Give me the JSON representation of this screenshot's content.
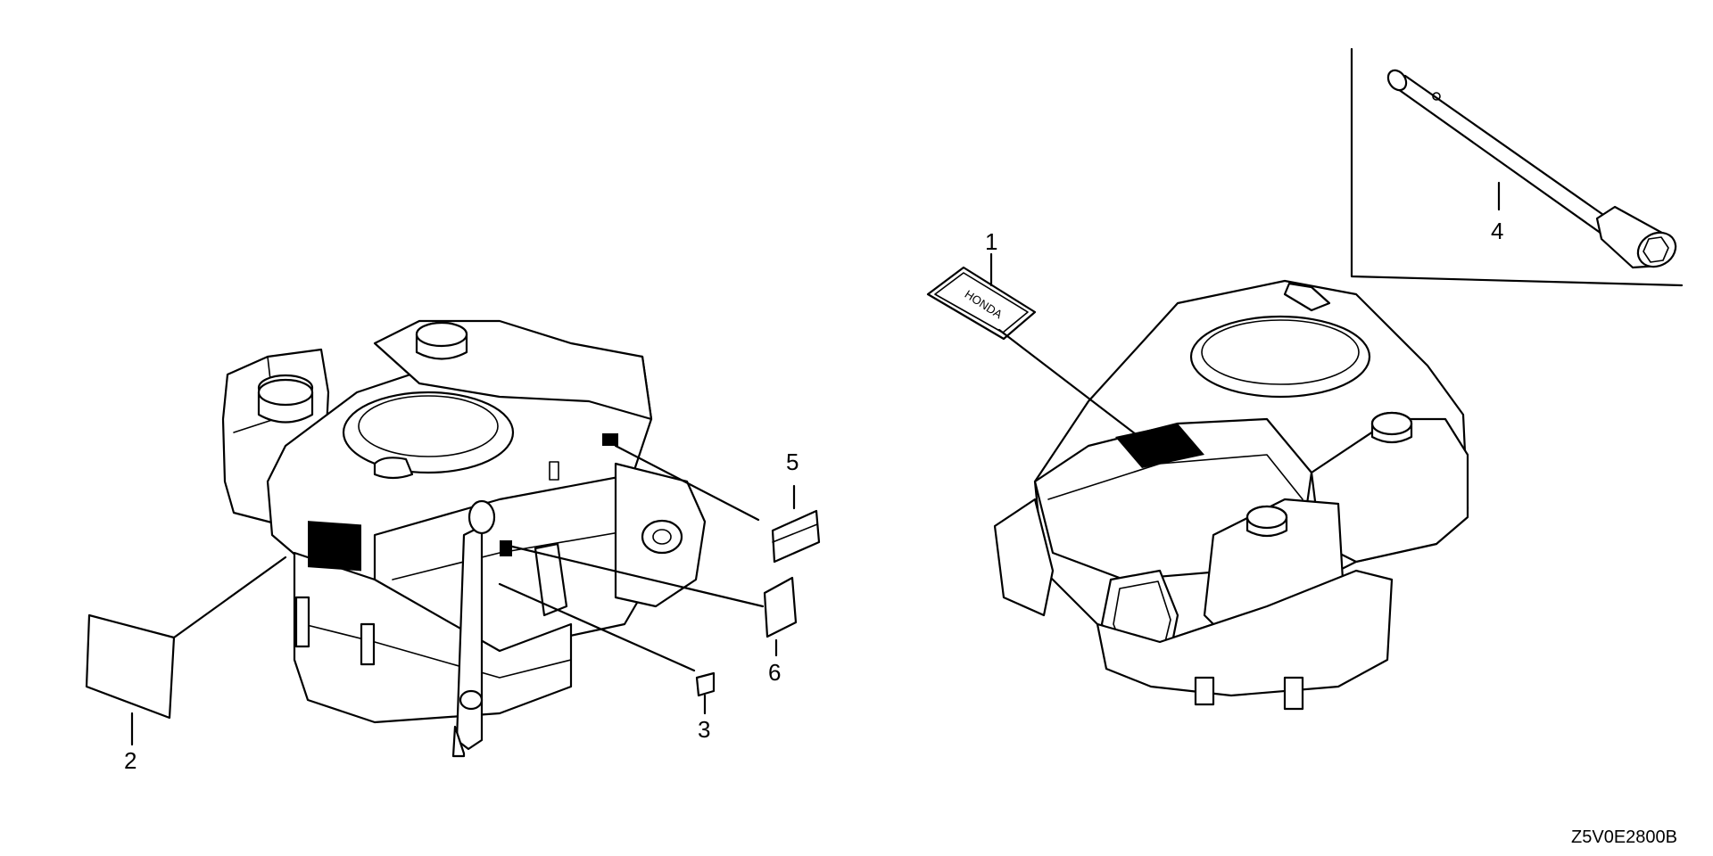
{
  "callouts": [
    {
      "id": "1",
      "text": "1"
    },
    {
      "id": "2",
      "text": "2"
    },
    {
      "id": "3",
      "text": "3"
    },
    {
      "id": "4",
      "text": "4"
    },
    {
      "id": "5",
      "text": "5"
    },
    {
      "id": "6",
      "text": "6"
    }
  ],
  "emblem_text": "HONDA",
  "diagram_code": "Z5V0E2800B",
  "icons": [
    "engine-left-view",
    "engine-right-view",
    "spark-plug-wrench",
    "honda-emblem",
    "label-sticker"
  ]
}
